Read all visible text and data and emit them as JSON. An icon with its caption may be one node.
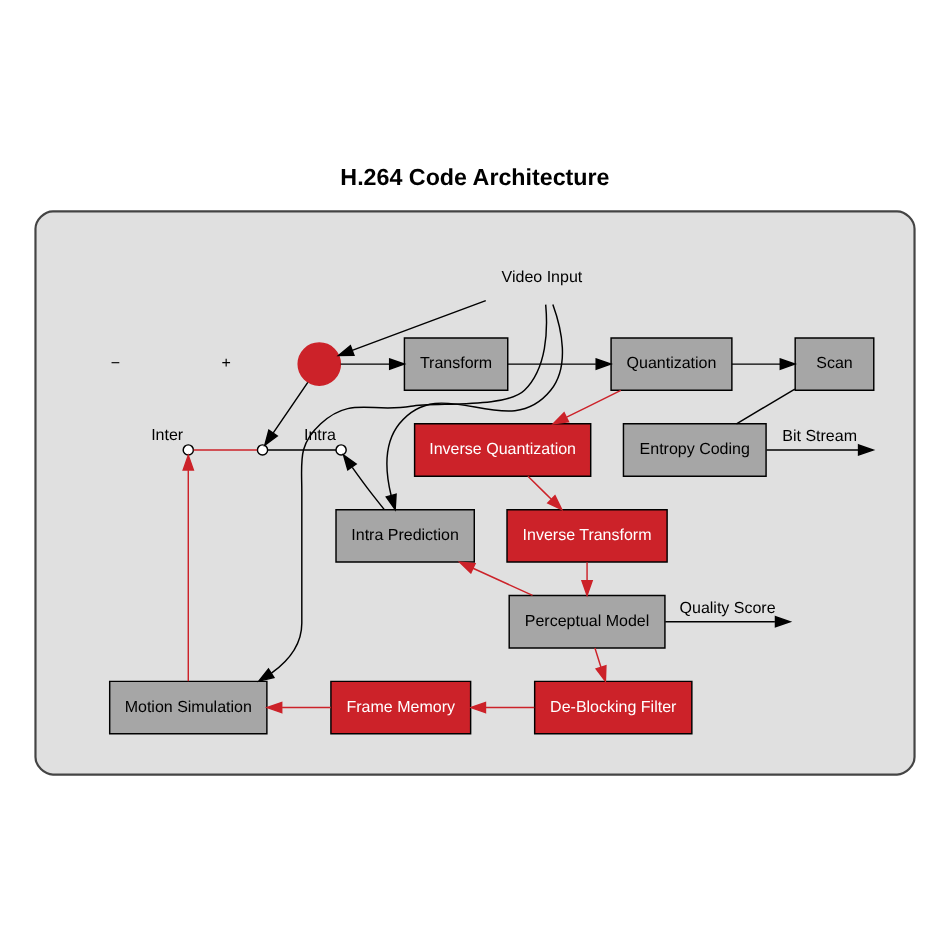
{
  "diagram": {
    "title": "H.264 Code Architecture",
    "nodes": [
      {
        "text": [],
        "shape": "box"
      },
      {
        "text": [
          "Video Input"
        ],
        "in": 0
      },
      {
        "text": [],
        "shape": "circle",
        "in": 0
      },
      {
        "text": [
          "Transform"
        ],
        "in": 0
      },
      {
        "text": [
          "Quantization"
        ],
        "in": 0
      },
      {
        "text": [
          "Scan"
        ],
        "in": 0
      },
      {
        "text": [
          "Inverse Quantization"
        ],
        "in": 0
      },
      {
        "text": [
          "Entropy Coding"
        ],
        "in": 0
      },
      {
        "text": [
          "Inverse Transform"
        ],
        "in": 0
      },
      {
        "text": [
          "Intra Prediction"
        ],
        "in": 0
      },
      {
        "text": [
          "Perceptual Model"
        ],
        "in": 0
      },
      {
        "text": [
          "Motion Simulation"
        ],
        "in": 0
      },
      {
        "text": [
          "Frame Memory"
        ],
        "in": 0
      },
      {
        "text": [
          "De-Blocking Filter"
        ],
        "in": 0
      },
      {
        "text": [],
        "shape": "circle",
        "in": 0
      },
      {
        "text": [],
        "shape": "circle",
        "in": 0,
        "beside": [
          "Inter"
        ]
      },
      {
        "text": [],
        "shape": "circle",
        "in": 0,
        "beside": [
          "Intra"
        ]
      }
    ],
    "edges": [
      {
        "from": 1,
        "to": 2,
        "arrow": "to"
      },
      {
        "from": 2,
        "to": 3,
        "arrow": "to"
      },
      {
        "from": 3,
        "to": 4,
        "arrow": "to"
      },
      {
        "from": 4,
        "to": 5,
        "arrow": "to"
      },
      {
        "from": 4,
        "to": 6,
        "arrow": "to",
        "color": "#cc2229"
      },
      {
        "from": 5,
        "to": 7,
        "arrow": "none"
      },
      {
        "from": 7,
        "to": null,
        "arrow": "to",
        "label": "Bit Stream"
      },
      {
        "from": 6,
        "to": 8,
        "arrow": "to",
        "color": "#cc2229"
      },
      {
        "from": 8,
        "to": 10,
        "arrow": "to",
        "color": "#cc2229"
      },
      {
        "from": 10,
        "to": null,
        "arrow": "to",
        "label": "Quality Score"
      },
      {
        "from": 10,
        "to": 9,
        "arrow": "to",
        "color": "#cc2229"
      },
      {
        "from": 10,
        "to": 13,
        "arrow": "to",
        "color": "#cc2229"
      },
      {
        "from": 13,
        "to": 12,
        "arrow": "to",
        "color": "#cc2229"
      },
      {
        "from": 12,
        "to": 11,
        "arrow": "to",
        "color": "#cc2229"
      },
      {
        "from": 11,
        "to": 15,
        "arrow": "to",
        "color": "#cc2229"
      },
      {
        "from": 9,
        "to": 16,
        "arrow": "to"
      },
      {
        "from": 2,
        "to": 14,
        "arrow": "to"
      },
      {
        "from": 15,
        "to": 14,
        "arrow": "none",
        "color": "#cc2229"
      },
      {
        "from": 14,
        "to": 16,
        "arrow": "none"
      },
      {
        "from": 1,
        "to": 9,
        "arrow": "to"
      },
      {
        "from": 1,
        "to": 11,
        "arrow": "to"
      }
    ],
    "labels": [
      "+",
      "−"
    ]
  }
}
